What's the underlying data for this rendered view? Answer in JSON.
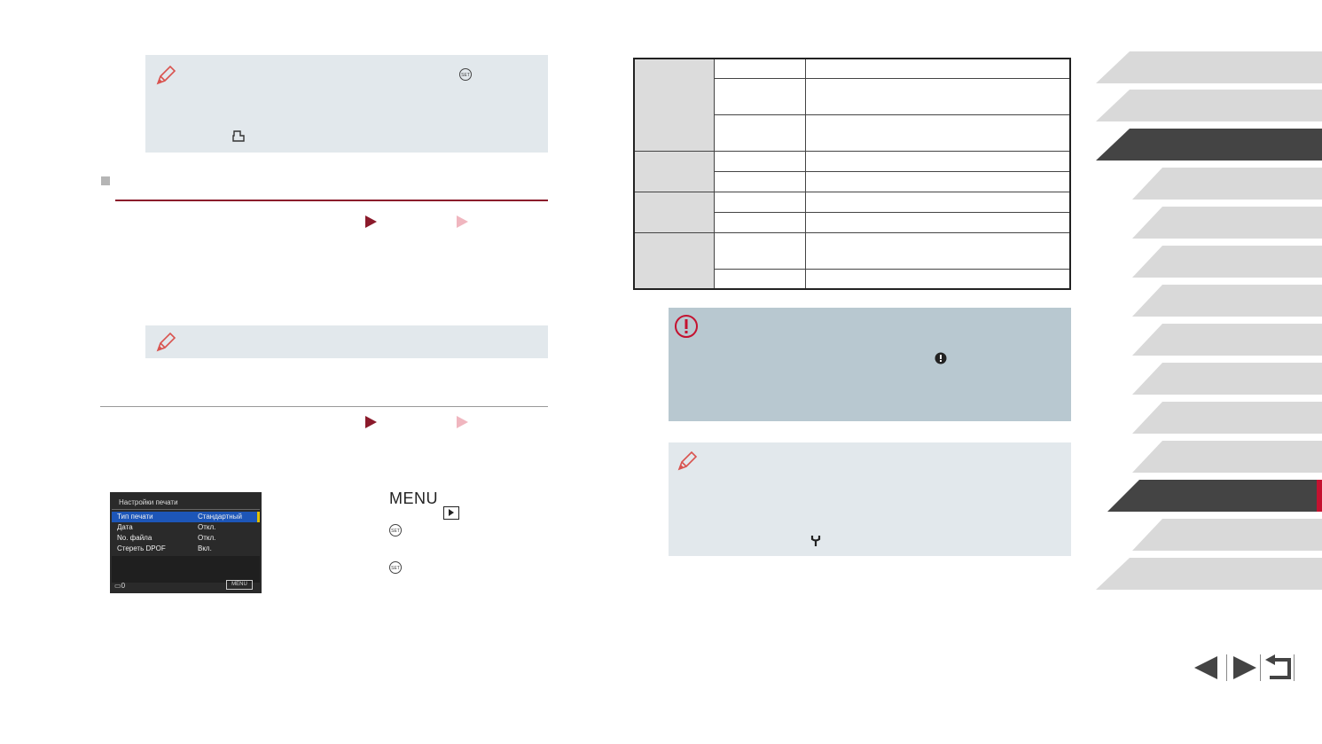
{
  "camera_screen": {
    "title": "Настройки печати",
    "rows": [
      {
        "label": "Тип печати",
        "value": "Стандартный"
      },
      {
        "label": "Дата",
        "value": "Откл."
      },
      {
        "label": "No. файла",
        "value": "Откл."
      },
      {
        "label": "Стереть DPOF",
        "value": "Вкл."
      }
    ],
    "count": "0",
    "back_button": "MENU"
  },
  "steps": {
    "menu_button": "MENU"
  },
  "colors": {
    "accent": "#8b1a2b",
    "accent_light": "#f0b6bf",
    "note_bg": "#e2e8ec",
    "warn_bg": "#b8c8d0",
    "tab_active": "#444444",
    "tab_inactive": "#d9d9d9",
    "tab_marker": "#c41230"
  },
  "icons": [
    "pencil-icon",
    "set-button-icon",
    "print-icon",
    "play-icon",
    "warning-icon",
    "wrench-icon",
    "prev-page-icon",
    "next-page-icon",
    "return-icon"
  ]
}
